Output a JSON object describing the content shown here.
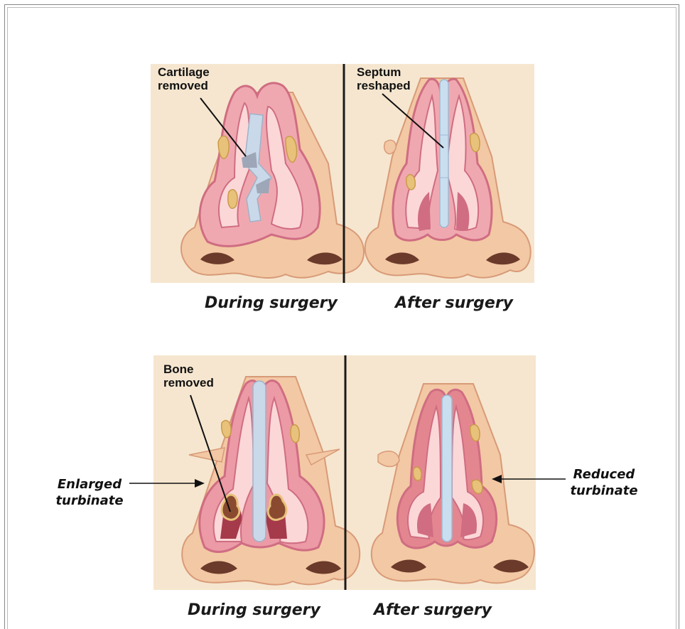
{
  "top": {
    "left_label": [
      "Cartilage",
      "removed"
    ],
    "right_label": [
      "Septum",
      "reshaped"
    ],
    "left_caption": "During surgery",
    "right_caption": "After surgery"
  },
  "bottom": {
    "left_label": [
      "Bone",
      "removed"
    ],
    "left_caption": "During surgery",
    "right_caption": "After surgery",
    "side_left": [
      "Enlarged",
      "turbinate"
    ],
    "side_right": [
      "Reduced",
      "turbinate"
    ]
  },
  "colors": {
    "panel_bg": "#f6e6cf",
    "skin": "#f3c8a4",
    "mucosa": "#e8909e",
    "cartilage": "#c9d9ea",
    "bone": "#e8c27a",
    "divider": "#1a1a1a"
  }
}
